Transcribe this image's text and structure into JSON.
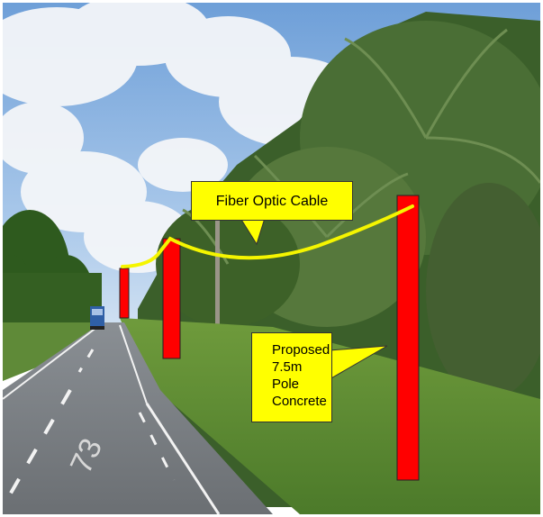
{
  "callouts": {
    "cable": {
      "text": "Fiber Optic Cable"
    },
    "pole": {
      "lines": [
        "Proposed",
        "7.5m",
        "Pole",
        "Concrete"
      ]
    }
  },
  "road_marking": {
    "text": "73"
  },
  "colors": {
    "callout_fill": "#ffff00",
    "pole_fill": "#ff0000",
    "cable_stroke": "#f5f500"
  }
}
